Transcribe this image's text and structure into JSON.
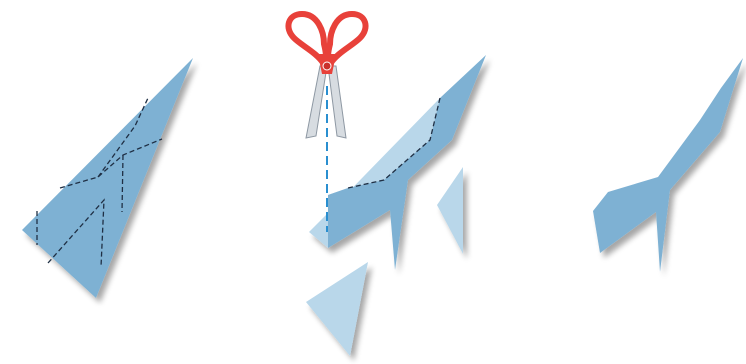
{
  "figure": {
    "steps": [
      "fold-and-mark",
      "cut-along-lines",
      "unfolded-result"
    ],
    "colors": {
      "paper": "#7eb1d3",
      "paper_light": "#b9d7ea",
      "paper_shadow": "#5e8fb4",
      "dash_line": "#1f2f44",
      "cut_line": "#2a8fd0",
      "scissor_handle": "#e8413a",
      "scissor_blade": "#d7dce1",
      "scissor_pivot": "#c9302c"
    },
    "icons": [
      "scissors-icon"
    ]
  }
}
